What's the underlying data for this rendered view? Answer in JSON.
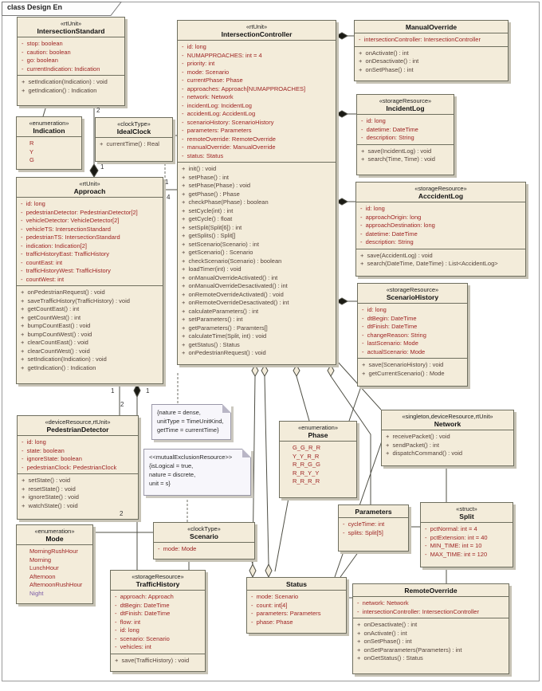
{
  "frame": {
    "label": "class Design En"
  },
  "colors": {
    "box_fill": "#f3ecda",
    "box_border": "#6e6e5e",
    "attribute_text": "#9c1f1f",
    "operation_text": "#53423a",
    "enum_literal_text": "#9c1f1f",
    "note_fill": "#f7f6fb",
    "night_literal": "#7b5ba6",
    "background": "#ffffff"
  },
  "classes": [
    {
      "stereotype": "«rtUnit»",
      "name": "IntersectionStandard",
      "attributes": [
        "-  stop: boolean",
        "-  caution: boolean",
        "-  go: boolean",
        "-  currentIndication: Indication"
      ],
      "operations": [
        "+  setIndication(Indication) : void",
        "+  getIndication() : Indication"
      ]
    },
    {
      "stereotype": "«enumeration»",
      "name": "Indication",
      "literals": [
        "R",
        "Y",
        "G"
      ]
    },
    {
      "stereotype": "«clockType»",
      "name": "IdealClock",
      "operations": [
        "+  currentTime() : Real"
      ]
    },
    {
      "stereotype": "«rtUnit»",
      "name": "IntersectionController",
      "attributes": [
        "-  id: long",
        "-  NUMAPPROACHES: int = 4",
        "-  priority: int",
        "-  mode: Scenario",
        "-  currentPhase: Phase",
        "-  approaches: Approach[NUMAPPROACHES]",
        "-  network: Network",
        "-  incidentLog: IncidentLog",
        "-  accidentLog: AccidentLog",
        "-  scenarioHistory: ScenarioHistory",
        "-  parameters: Parameters",
        "-  remoteOverride: RemoteOverride",
        "-  manualOverride: ManualOverride",
        "-  status: Status"
      ],
      "operations": [
        "+  init() : void",
        "+  setPhase() : int",
        "+  setPhase(Phase) : void",
        "+  getPhase() : Phase",
        "+  checkPhase(Phase) : boolean",
        "+  setCycle(int) : int",
        "+  getCycle() : float",
        "+  setSplit(Split[6]) : int",
        "+  getSplits() : Split[]",
        "+  setScenario(Scenario) : int",
        "+  getScenario() : Scenario",
        "+  checkScenario(Scenario) : boolean",
        "+  loadTimer(int) : void",
        "+  onManualOverrideActivated() : int",
        "+  onManualOverrideDesactivated() : int",
        "+  onRemoteOverrideActivated() : void",
        "+  onRemoteOverrideDesactivated() : int",
        "+  calculateParameters() : int",
        "+  setParameters() : int",
        "+  getParameters() : Paramters[]",
        "+  calculateTime(Split, int) : void",
        "+  getStatus() : Status",
        "+  onPedestrianRequest() : void"
      ]
    },
    {
      "stereotype": "",
      "name": "ManualOverride",
      "attributes": [
        "-  intersectionController: IntersectionController"
      ],
      "operations": [
        "+  onActivate() : int",
        "+  onDesactivate() : int",
        "+  onSetPhase() : int"
      ]
    },
    {
      "stereotype": "«storageResource»",
      "name": "IncidentLog",
      "attributes": [
        "-  id: long",
        "-  datetime: DateTime",
        "-  description: String"
      ],
      "operations": [
        "+  save(IncidentLog) : void",
        "+  search(Time, Time) : void"
      ]
    },
    {
      "stereotype": "«storageResource»",
      "name": "AcccidentLog",
      "attributes": [
        "-  id: long",
        "-  approachOrigin: long",
        "-  approachDestination: long",
        "-  datetime: DateTime",
        "-  description: String"
      ],
      "operations": [
        "+  save(AccidentLog) : void",
        "+  search(DateTime, DateTime) : List<AccidentLog>"
      ]
    },
    {
      "stereotype": "«storageResource»",
      "name": "ScenarioHistory",
      "attributes": [
        "-  id: long",
        "-  dtBegin: DateTime",
        "-  dtFinish: DateTime",
        "-  changeReason: String",
        "-  lastScenario: Mode",
        "-  actualScenario: Mode"
      ],
      "operations": [
        "+  save(ScenarioHistory) : void",
        "+  getCurrentScenario() : Mode"
      ]
    },
    {
      "stereotype": "«rtUnit»",
      "name": "Approach",
      "attributes": [
        "-  id: long",
        "-  pedestrianDetector: PedestrianDetector[2]",
        "-  vehicleDetector: VehicleDetector[2]",
        "-  vehicleTS: IntersectionStandard",
        "-  pedestrianTS: IntersectionStandard",
        "-  indication: Indication[2]",
        "-  trafficHistoryEast: TrafficHistory",
        "-  countEast: int",
        "-  trafficHistoryWest: TrafficHistory",
        "-  countWest: int"
      ],
      "operations": [
        "+  onPedestrianRequest() : void",
        "+  saveTrafficHistory(TrafficHistory) : void",
        "+  getCountEast() : int",
        "+  getCountWest() : int",
        "+  bumpCountEast() : void",
        "+  bumpCountWest() : void",
        "+  clearCountEast() : void",
        "+  clearCountWest() : void",
        "+  setIndication(Indication) : void",
        "+  getIndication() : Indication"
      ]
    },
    {
      "stereotype": "«deviceResource,rtUnit»",
      "name": "PedestrianDetector",
      "attributes": [
        "-  id: long",
        "-  state: boolean",
        "-  ignoreState: boolean",
        "-  pedestrianClock: PedestrianClock"
      ],
      "operations": [
        "+  setState() : void",
        "+  resetState() : void",
        "+  ignoreState() : void",
        "+  watchState() : void"
      ]
    },
    {
      "stereotype": "«enumeration»",
      "name": "Phase",
      "literals": [
        "G_G_R_R",
        "Y_Y_R_R",
        "R_R_G_G",
        "R_R_Y_Y",
        "R_R_R_R"
      ]
    },
    {
      "stereotype": "«singleton,deviceResource,rtUnit»",
      "name": "Network",
      "operations": [
        "+  receivePacket() : void",
        "+  sendPacket() : int",
        "+  dispatchCommand() : void"
      ]
    },
    {
      "stereotype": "",
      "name": "Parameters",
      "attributes": [
        "-  cycleTime: int",
        "-  splits: Split[5]"
      ]
    },
    {
      "stereotype": "«struct»",
      "name": "Split",
      "attributes": [
        "-  pctNormal: int = 4",
        "-  pctExtension: int = 40",
        "-  MIN_TIME: int = 10",
        "-  MAX_TIME: int = 120"
      ]
    },
    {
      "stereotype": "«enumeration»",
      "name": "Mode",
      "literals": [
        "MorningRushHour",
        "Morning",
        "LunchHour",
        "Afternoon",
        "AfternoonRushHour",
        {
          "text": "Night",
          "color": "#7b5ba6"
        }
      ]
    },
    {
      "stereotype": "«clockType»",
      "name": "Scenario",
      "attributes": [
        "-  mode: Mode"
      ]
    },
    {
      "stereotype": "«storageResource»",
      "name": "TrafficHistory",
      "attributes": [
        "-  approach: Approach",
        "-  dtBegin: DateTime",
        "-  dtFinish: DateTime",
        "-  flow: int",
        "-  id: long",
        "-  scenario: Scenario",
        "-  vehicles: int"
      ],
      "operations": [
        "+  save(TrafficHistory) : void"
      ]
    },
    {
      "stereotype": "",
      "name": "Status",
      "attributes": [
        "-  mode: Scenario",
        "-  count: int[4]",
        "-  parameters: Parameters",
        "-  phase: Phase"
      ]
    },
    {
      "stereotype": "",
      "name": "RemoteOverride",
      "attributes": [
        "-  network: Network",
        "-  intersectionController: IntersectionController"
      ],
      "operations": [
        "+  onDesactivate() : int",
        "+  onActivate() : int",
        "+  onSetPhase() : int",
        "+  onSetPararameters(Parameters) : int",
        "+  onGetStatus() : Status"
      ]
    }
  ],
  "notes": [
    {
      "lines": [
        "{nature = dense,",
        "unitType = TimeUnitKind,",
        "getTime = currentTime}"
      ]
    },
    {
      "lines": [
        "<<mutualExclusionResource>>",
        "{isLogical = true,",
        "nature = discrete,",
        "unit = s}"
      ]
    }
  ],
  "connector_labels": [
    "2",
    "1",
    "1",
    "4",
    "1",
    "1",
    "2",
    "2"
  ]
}
